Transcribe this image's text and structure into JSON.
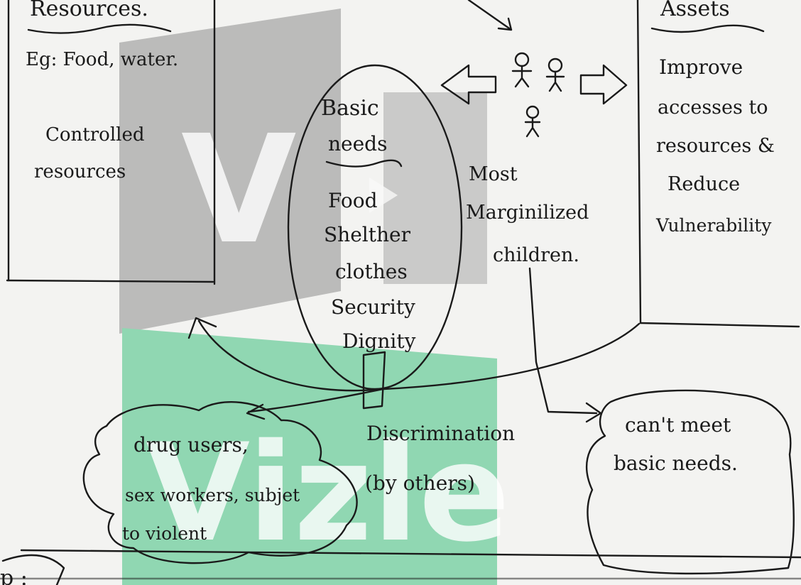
{
  "left_panel": {
    "heading": "Resources.",
    "example": "Eg: Food, water.",
    "controlled_1": "Controlled",
    "controlled_2": "resources"
  },
  "right_panel": {
    "heading": "Assets",
    "lines": [
      "Improve",
      "accesses to",
      "resources &",
      "Reduce",
      "Vulnerability"
    ]
  },
  "basic_needs": {
    "heading_1": "Basic",
    "heading_2": "needs",
    "items": [
      "Food",
      "Shelther",
      "clothes",
      "Security",
      "Dignity"
    ]
  },
  "center": {
    "line_1": "Most",
    "line_2": "Marginilized",
    "line_3": "children."
  },
  "discrimination": {
    "line_1": "Discrimination",
    "line_2": "(by others)"
  },
  "cloud_left": {
    "lines": [
      "drug users,",
      "sex workers, subjet",
      "to violent"
    ]
  },
  "cloud_right": {
    "lines": [
      "can't meet",
      "basic needs."
    ]
  },
  "corner": {
    "text": "p :"
  },
  "watermark": {
    "text": "Vizle"
  },
  "colors": {
    "ink": "#1a1a1a",
    "paper": "#f3f3f1",
    "watermark_gray": "#8c8c8c",
    "watermark_green": "#3fbf7f"
  }
}
